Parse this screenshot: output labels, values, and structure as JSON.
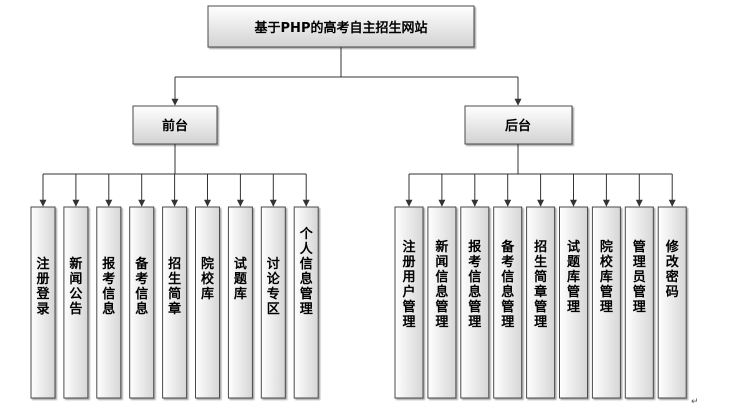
{
  "diagram": {
    "title": "基于PHP的高考自主招生网站",
    "groups": [
      {
        "label": "前台",
        "items": [
          "注册登录",
          "新闻公告",
          "报考信息",
          "备考信息",
          "招生简章",
          "院校库",
          "试题库",
          "讨论专区",
          "个人信息管理"
        ]
      },
      {
        "label": "后台",
        "items": [
          "注册用户管理",
          "新闻信息管理",
          "报考信息管理",
          "备考信息管理",
          "招生简章管理",
          "试题库管理",
          "院校库管理",
          "管理员管理",
          "修改密码"
        ]
      }
    ],
    "colors": {
      "box_fill_top": "#ffffff",
      "box_fill_bottom": "#d4d4d4",
      "border": "#4a4a4a",
      "line": "#333333",
      "text": "#000000"
    }
  }
}
